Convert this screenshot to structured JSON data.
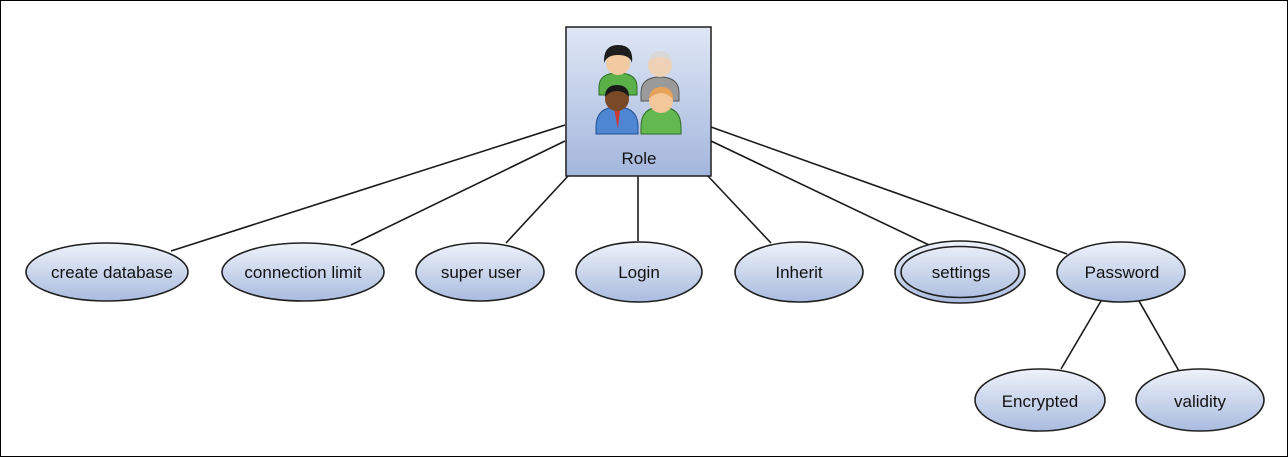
{
  "diagram": {
    "entity": {
      "label": "Role",
      "icon": "people-group-icon"
    },
    "attributes": {
      "create_database": "create database",
      "connection_limit": "connection limit",
      "super_user": "super user",
      "login": "Login",
      "inherit": "Inherit",
      "settings": "settings",
      "password": "Password",
      "encrypted": "Encrypted",
      "validity": "validity"
    },
    "colors": {
      "node_fill_light": "#e9eef8",
      "node_fill_dark": "#aebfe0",
      "node_stroke": "#1f1f1f",
      "edge": "#1a1a1a"
    }
  }
}
